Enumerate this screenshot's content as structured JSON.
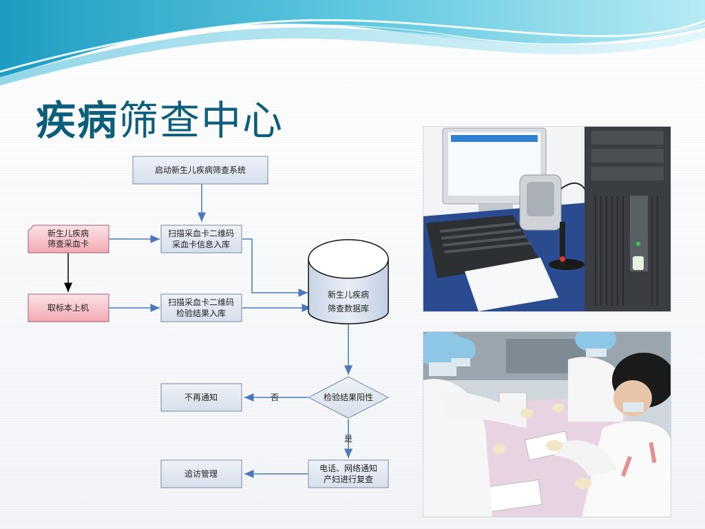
{
  "title": {
    "bold": "疾病",
    "light": "筛查中心"
  },
  "flowchart": {
    "start": "启动新生儿疾病筛查系统",
    "card": [
      "新生儿疾病",
      "筛查采血卡"
    ],
    "scan_card": [
      "扫描采血卡二维码",
      "采血卡信息入库"
    ],
    "sample": "取标本上机",
    "scan_result": [
      "扫描采血卡二维码",
      "检验结果入库"
    ],
    "database": [
      "新生儿疾病",
      "筛查数据库"
    ],
    "positive_check": "检验结果阳性",
    "no_label": "否",
    "yes_label": "是",
    "no_notify": "不再通知",
    "notify": [
      "电话、网络通知",
      "产妇进行复查"
    ],
    "follow_up": "追访管理"
  },
  "photos": [
    {
      "name": "computer-scanner-photo"
    },
    {
      "name": "lab-staff-photo"
    }
  ],
  "colors": {
    "title": "#0c5e7a",
    "box_fill": "#dfe6f0",
    "pink_fill": "#f7c6cb",
    "arrow": "#4a78b8",
    "wave_dark": "#2fa6c8",
    "wave_light": "#9fe0ee"
  }
}
